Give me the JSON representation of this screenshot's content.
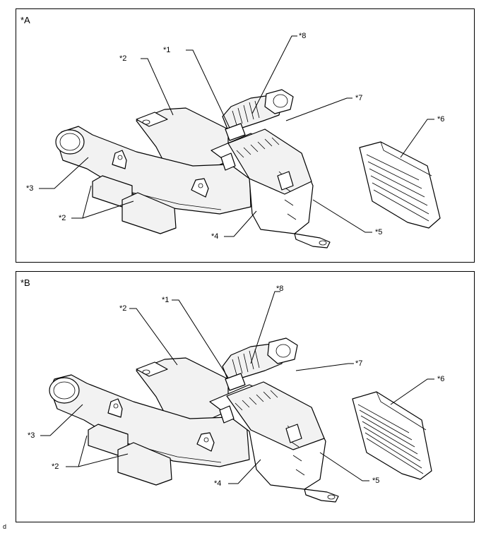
{
  "panels": [
    {
      "id": "a",
      "tag": "*A",
      "callouts": [
        "*1",
        "*2",
        "*8",
        "*7",
        "*6",
        "*3",
        "*2",
        "*4",
        "*5"
      ]
    },
    {
      "id": "b",
      "tag": "*B",
      "callouts": [
        "*1",
        "*2",
        "*8",
        "*7",
        "*6",
        "*3",
        "*2",
        "*4",
        "*5"
      ]
    }
  ],
  "footer_tag": "d"
}
